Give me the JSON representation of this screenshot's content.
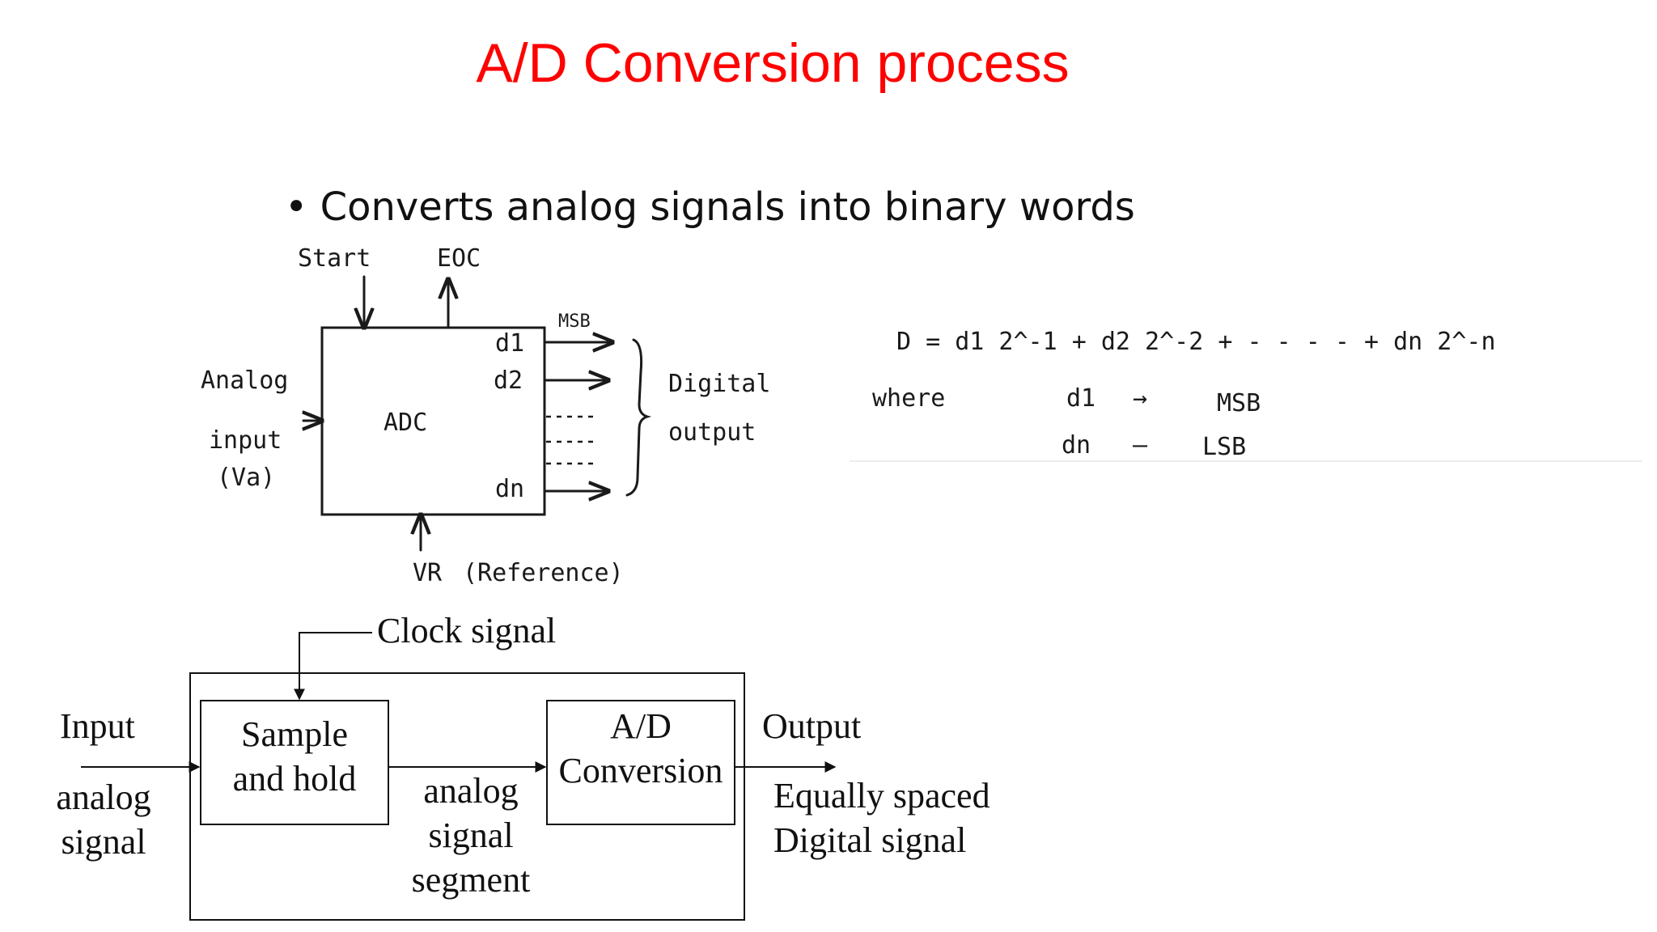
{
  "slide": {
    "title": "A/D Conversion process",
    "bullet": "Converts analog signals into binary words"
  },
  "adc_sketch": {
    "start": "Start",
    "eoc": "EOC",
    "msb_top": "MSB",
    "analog": "Analog",
    "input": "input",
    "va": "(Va)",
    "block": "ADC",
    "d1": "d1",
    "d2": "d2",
    "dn": "dn",
    "digital": "Digital",
    "output": "output",
    "vr": "VR",
    "reference": "(Reference)"
  },
  "equation": {
    "line": "D = d1 2^-1 + d2 2^-2 + - - - - + dn 2^-n",
    "where": "where",
    "d1": "d1",
    "arrow": "→",
    "msb": "MSB",
    "dn": "dn",
    "dash": "—",
    "lsb": "LSB"
  },
  "block_diagram": {
    "clock": "Clock signal",
    "input": "Input",
    "input_sub": "analog\nsignal",
    "sample_hold": "Sample\nand hold",
    "segment": "analog\nsignal\nsegment",
    "ad": "A/D\nConversion",
    "output": "Output",
    "output_sub": "Equally spaced\nDigital signal"
  }
}
